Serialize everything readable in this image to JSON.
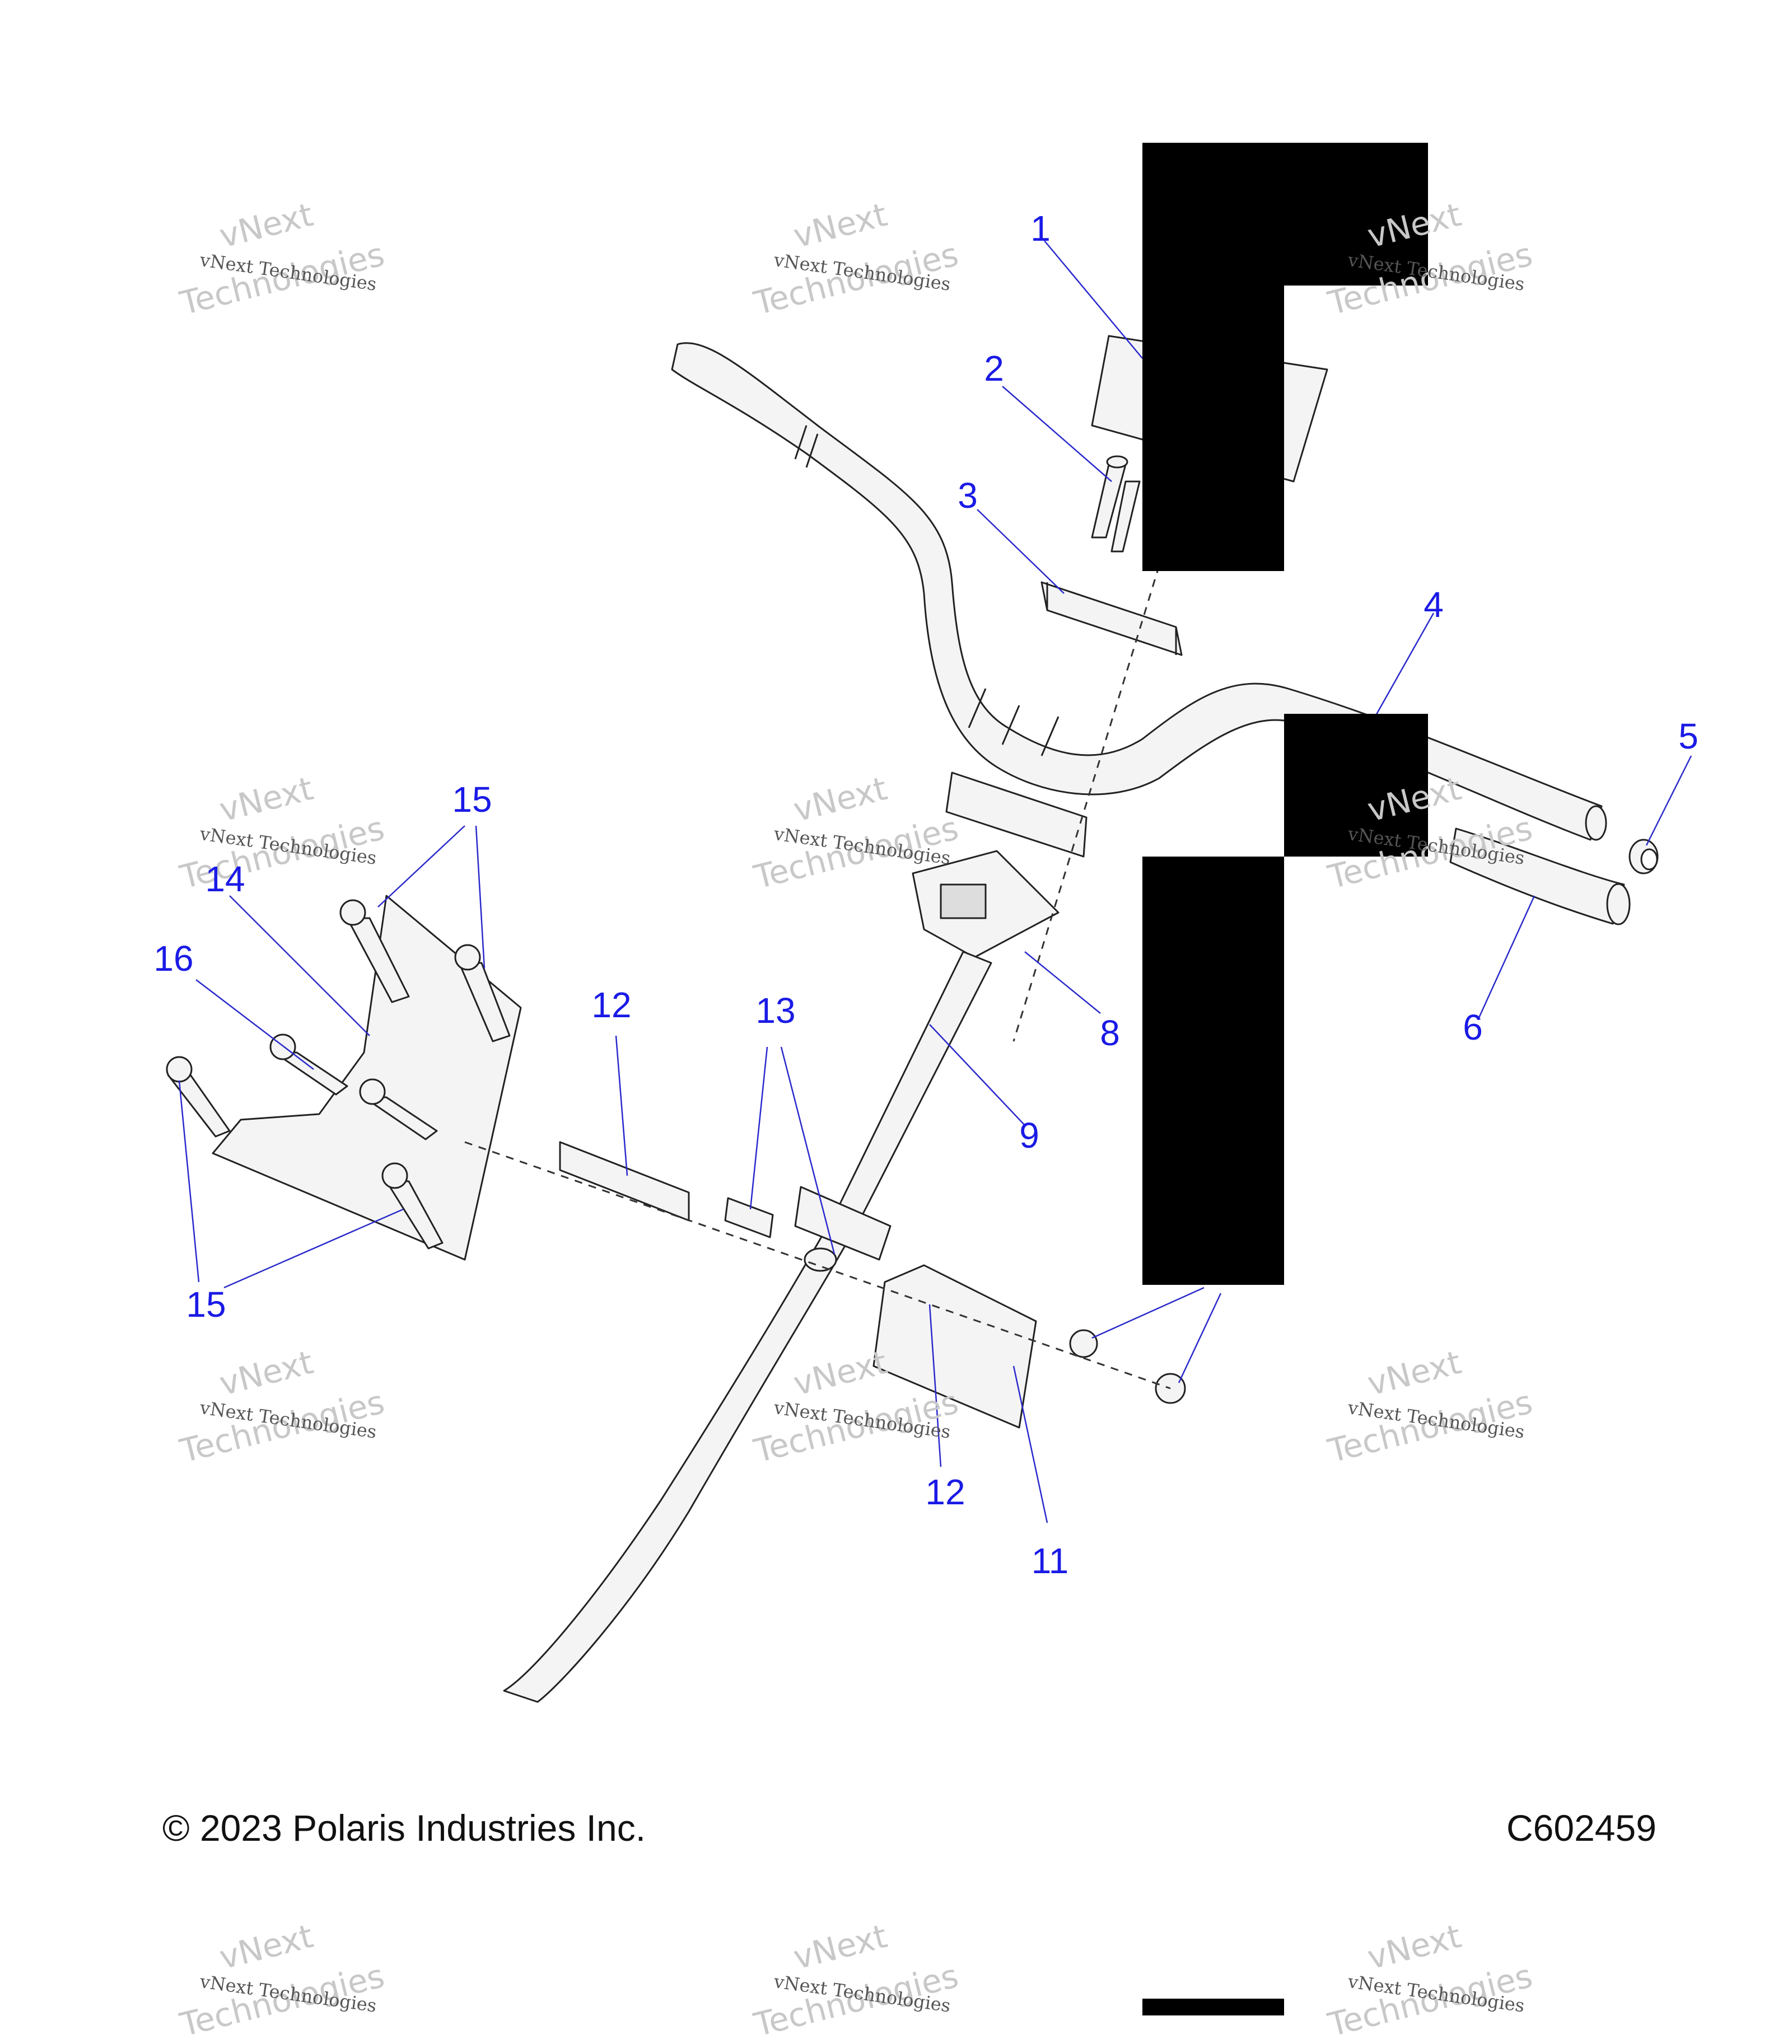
{
  "callouts": [
    "1",
    "2",
    "3",
    "4",
    "5",
    "6",
    "8",
    "9",
    "11",
    "12",
    "12",
    "13",
    "14",
    "15",
    "15",
    "16"
  ],
  "footer": {
    "copyright": "© 2023 Polaris Industries Inc.",
    "drawing_number": "C602459"
  },
  "watermark": {
    "small": "vNext Technologies",
    "large_top": "vNext",
    "large_bottom": "Technologies"
  },
  "colors": {
    "callout": "#1a1ae6",
    "leader": "#2a2acc",
    "part_outline": "#222222",
    "part_fill": "#f4f4f4",
    "redaction": "#000000"
  }
}
